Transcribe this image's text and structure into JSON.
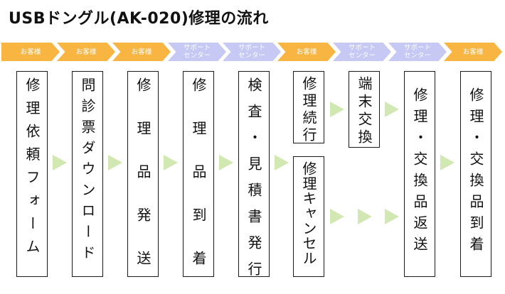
{
  "title": "USBドングル(AK-020)修理の流れ",
  "stages": [
    {
      "label": "お客様",
      "type": "customer"
    },
    {
      "label": "お客様",
      "type": "customer"
    },
    {
      "label": "お客様",
      "type": "customer"
    },
    {
      "label": "サポート\nセンター",
      "type": "support"
    },
    {
      "label": "サポート\nセンター",
      "type": "support"
    },
    {
      "label": "お客様",
      "type": "customer"
    },
    {
      "label": "サポート\nセンター",
      "type": "support"
    },
    {
      "label": "サポート\nセンター",
      "type": "support"
    },
    {
      "label": "お客様",
      "type": "customer"
    }
  ],
  "steps": [
    "修理依頼フォーム",
    "問診票ダウンロード",
    "修理品発送",
    "修理品到着",
    "検査・見積書発行",
    "修理続行",
    "修理キャンセル",
    "端末交換",
    "修理・交換品返送",
    "修理・交換品到着"
  ],
  "colors": {
    "customer": "#f8b542",
    "support": "#c5c9f3",
    "arrow": "#d1e8b2",
    "border": "#1a1a1a"
  }
}
